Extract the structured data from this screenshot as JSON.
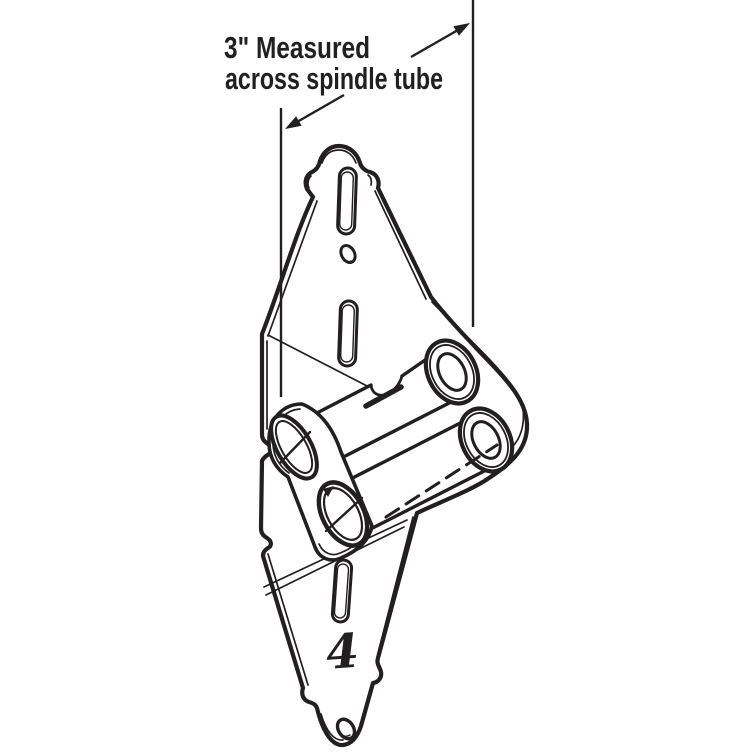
{
  "figure": {
    "type": "technical line illustration",
    "subject": "garage door hinge with spindle tubes",
    "background_color": "#ffffff",
    "line_color": "#231f20",
    "annotation": {
      "line1": "3\" Measured",
      "line2": "across spindle tube"
    },
    "part_number": "4"
  }
}
